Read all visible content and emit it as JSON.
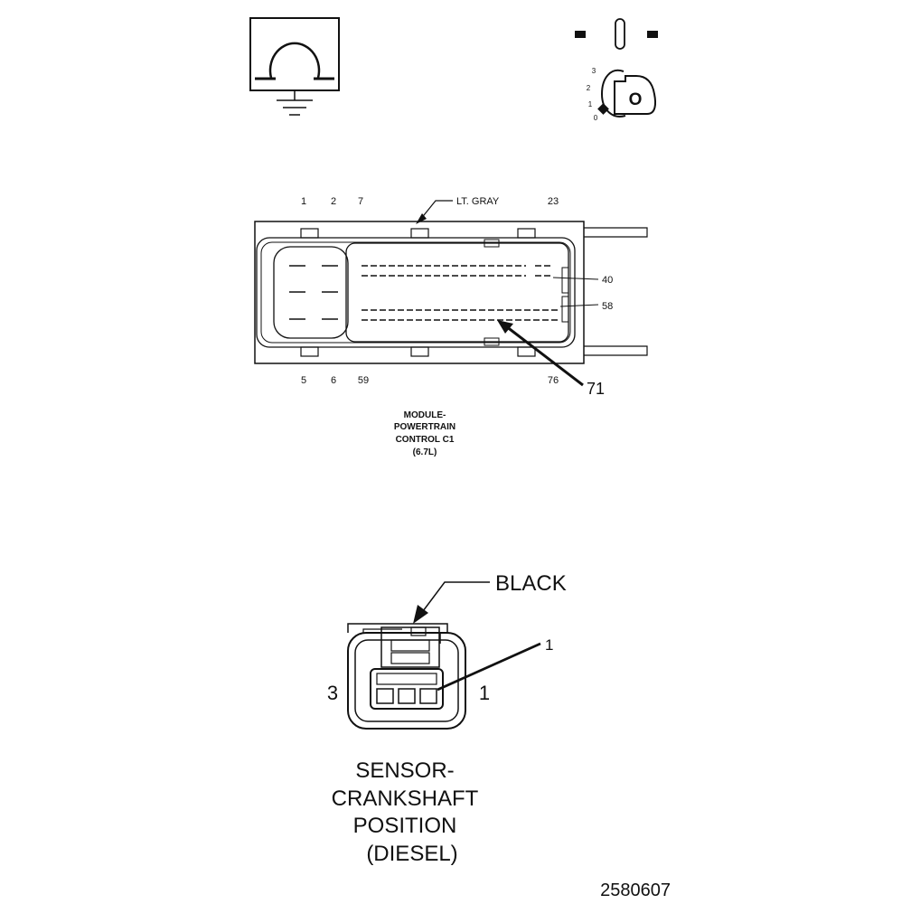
{
  "ignition_key": {
    "positions": [
      "3",
      "2",
      "1",
      "0"
    ],
    "key_letter": "O"
  },
  "pcm_connector": {
    "color_label": "LT. GRAY",
    "top_pins": [
      "1",
      "2",
      "7",
      "23"
    ],
    "bottom_pins": [
      "5",
      "6",
      "59",
      "76"
    ],
    "right_pins": [
      "40",
      "58"
    ],
    "callout_pin": "71",
    "caption": [
      "MODULE-",
      "POWERTRAIN",
      "CONTROL C1",
      "(6.7L)"
    ]
  },
  "ckp_connector": {
    "color_label": "BLACK",
    "callout_pin": "1",
    "left_pin": "3",
    "right_pin": "1",
    "caption": [
      "SENSOR-",
      "CRANKSHAFT",
      "POSITION",
      "(DIESEL)"
    ]
  },
  "figure_id": "2580607"
}
